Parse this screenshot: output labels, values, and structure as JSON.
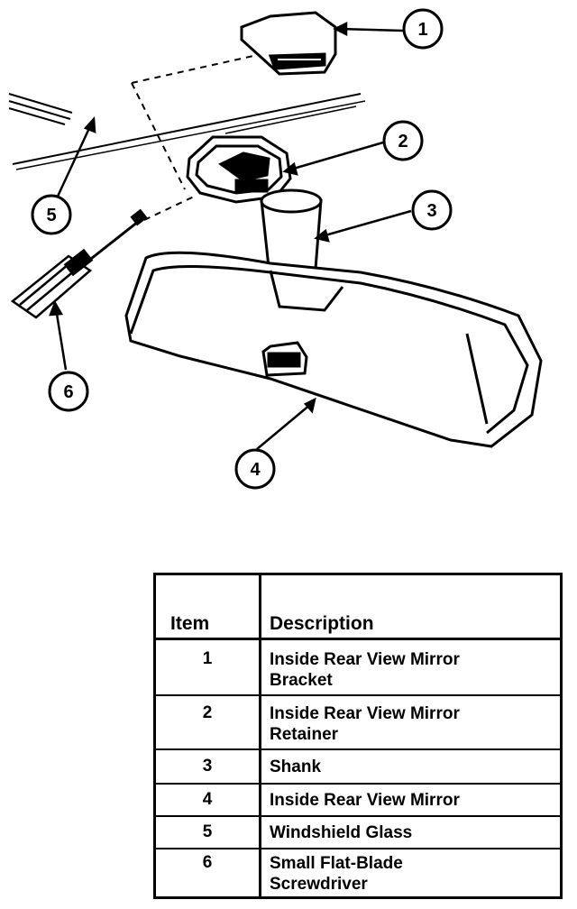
{
  "callouts": [
    "1",
    "2",
    "3",
    "4",
    "5",
    "6"
  ],
  "table": {
    "header_item": "Item",
    "header_description": "Description",
    "rows": [
      {
        "item": "1",
        "description_line1": "Inside Rear View Mirror",
        "description_line2": "Bracket"
      },
      {
        "item": "2",
        "description_line1": "Inside Rear View Mirror",
        "description_line2": "Retainer"
      },
      {
        "item": "3",
        "description_line1": "Shank",
        "description_line2": ""
      },
      {
        "item": "4",
        "description_line1": "Inside Rear View Mirror",
        "description_line2": ""
      },
      {
        "item": "5",
        "description_line1": "Windshield Glass",
        "description_line2": ""
      },
      {
        "item": "6",
        "description_line1": "Small Flat-Blade",
        "description_line2": "Screwdriver"
      }
    ]
  }
}
